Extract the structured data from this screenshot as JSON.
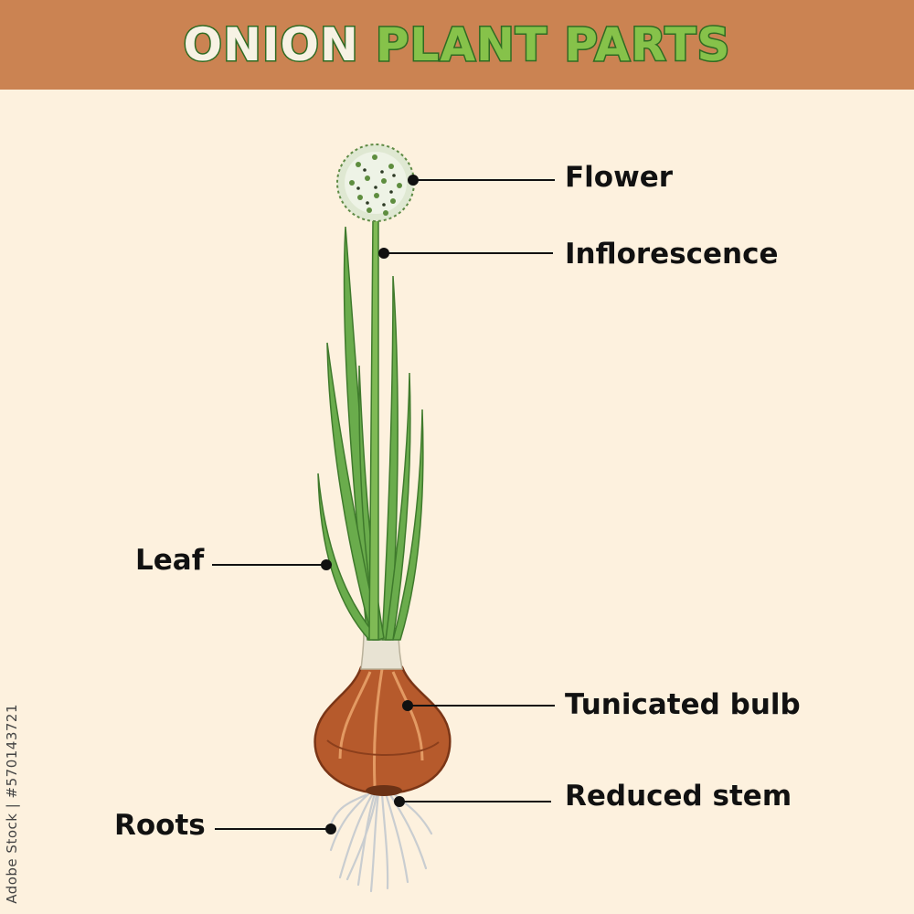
{
  "title": {
    "word1": "ONION",
    "word2": "PLANT PARTS"
  },
  "labels": {
    "flower": "Flower",
    "inflorescence": "Inflorescence",
    "leaf": "Leaf",
    "tunicated_bulb": "Tunicated bulb",
    "reduced_stem": "Reduced stem",
    "roots": "Roots"
  },
  "stock_id": "Adobe Stock | #570143721",
  "colors": {
    "banner": "#cb8352",
    "background": "#fdf1de",
    "leaf_green": "#5f9e48",
    "bulb": "#b65a2c"
  }
}
